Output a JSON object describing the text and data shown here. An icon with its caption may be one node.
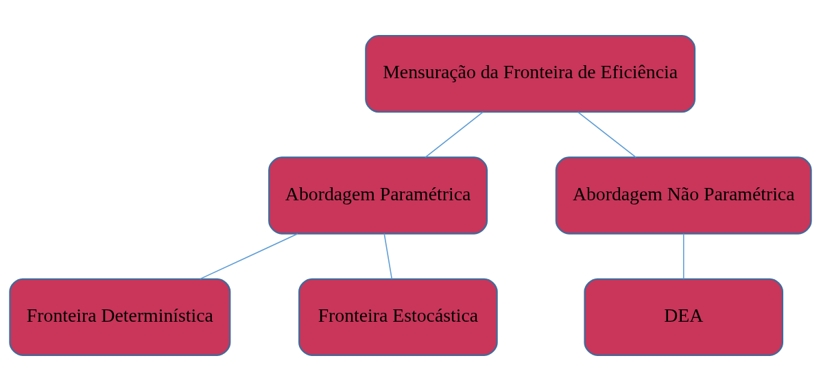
{
  "diagram": {
    "nodes": [
      {
        "text": [
          "Mensuração da Fronteira de Eficiência"
        ]
      },
      {
        "text": [
          "Abordagem Paramétrica"
        ]
      },
      {
        "text": [
          "Abordagem Não Paramétrica"
        ]
      },
      {
        "text": [
          "Fronteira Determinística"
        ]
      },
      {
        "text": [
          "Fronteira Estocástica"
        ]
      },
      {
        "text": [
          "DEA"
        ]
      }
    ],
    "edges": [
      {
        "from": 0,
        "to": 1,
        "arrow": "none"
      },
      {
        "from": 0,
        "to": 2,
        "arrow": "none"
      },
      {
        "from": 1,
        "to": 3,
        "arrow": "none"
      },
      {
        "from": 1,
        "to": 4,
        "arrow": "none"
      },
      {
        "from": 2,
        "to": 5,
        "arrow": "none"
      }
    ]
  }
}
